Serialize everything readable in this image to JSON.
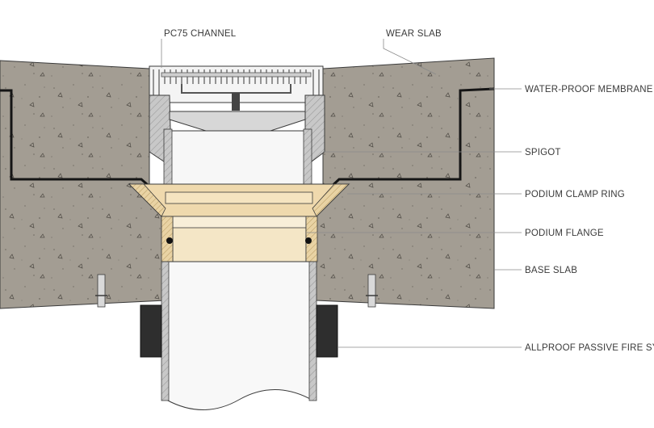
{
  "labels": {
    "channel": "PC75 CHANNEL",
    "wear_slab": "WEAR SLAB",
    "membrane": "WATER-PROOF MEMBRANE",
    "spigot": "SPIGOT",
    "clamp_ring": "PODIUM CLAMP RING",
    "flange": "PODIUM FLANGE",
    "base_slab": "BASE SLAB",
    "fire_system": "ALLPROOF PASSIVE FIRE SYSTEM"
  },
  "colors": {
    "concrete": "#a29c92",
    "membrane": "#1a1a1a",
    "clamp_ring": "#efd9ad",
    "flange": "#f4e6c6",
    "spigot": "#dcdcdc",
    "pipe": "#f7f7f7",
    "fire_collar": "#2e2e2e",
    "leader": "#8a8a8a"
  }
}
